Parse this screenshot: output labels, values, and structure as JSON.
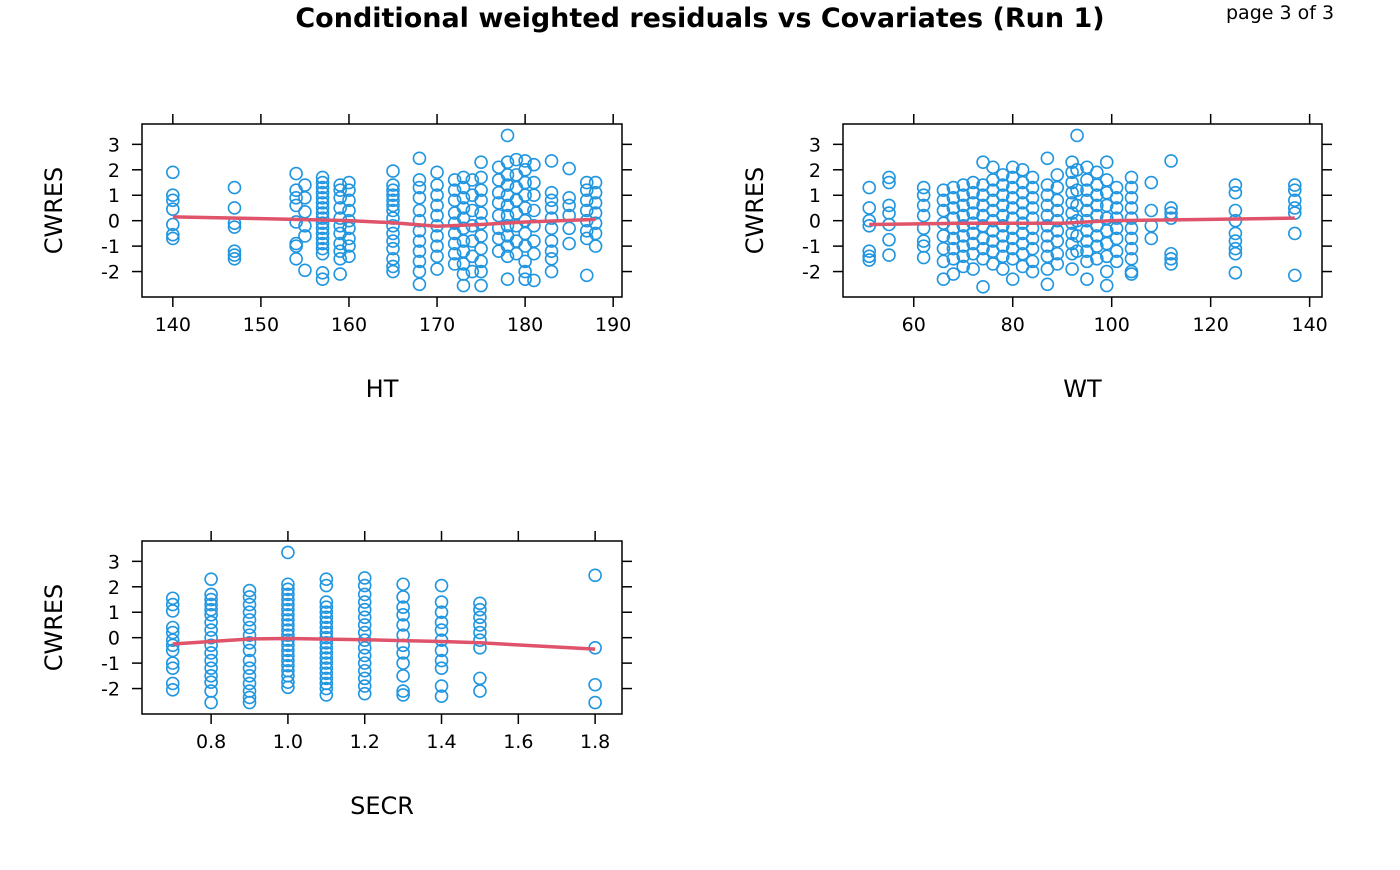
{
  "page_label": "page 3 of 3",
  "chart_data": [
    {
      "type": "scatter",
      "title": "Conditional weighted residuals vs Covariates (Run 1)",
      "xlabel": "HT",
      "ylabel": "CWRES",
      "xlim": [
        136.5,
        191
      ],
      "ylim": [
        -3,
        3.8
      ],
      "xticks": [
        140,
        150,
        160,
        170,
        180,
        190
      ],
      "xtick_labels": [
        "140",
        "150",
        "160",
        "170",
        "180",
        "190"
      ],
      "yticks": [
        -2,
        -1,
        0,
        1,
        2,
        3
      ],
      "ytick_labels": [
        "-2",
        "-1",
        "0",
        "1",
        "2",
        "3"
      ],
      "point_color": "#2196e0",
      "smooth_color": "#df536b",
      "groups": [
        {
          "x": 140,
          "y": [
            1.9,
            1.0,
            0.8,
            0.45,
            -0.15,
            -0.55,
            -0.7
          ]
        },
        {
          "x": 147,
          "y": [
            1.3,
            0.5,
            -0.1,
            -0.25,
            -1.2,
            -1.35,
            -1.5
          ]
        },
        {
          "x": 154,
          "y": [
            1.85,
            1.2,
            0.9,
            0.6,
            -0.05,
            -0.9,
            -1.0,
            -1.5
          ]
        },
        {
          "x": 155,
          "y": [
            1.4,
            0.35,
            -0.2,
            -1.95,
            -0.6,
            0.9
          ]
        },
        {
          "x": 157,
          "y": [
            1.7,
            1.5,
            1.3,
            1.1,
            0.9,
            0.7,
            0.5,
            0.3,
            0.1,
            -0.1,
            -0.3,
            -0.5,
            -0.7,
            -0.9,
            -1.1,
            -1.3,
            -2.05,
            -2.3
          ]
        },
        {
          "x": 159,
          "y": [
            1.4,
            1.2,
            0.9,
            0.5,
            0.1,
            -0.2,
            -0.5,
            -0.9,
            -1.2,
            -1.5,
            -2.1
          ]
        },
        {
          "x": 160,
          "y": [
            1.5,
            1.2,
            0.8,
            0.4,
            0.0,
            -0.3,
            -0.7,
            -1.0,
            -1.4
          ]
        },
        {
          "x": 165,
          "y": [
            1.95,
            1.4,
            1.2,
            1.0,
            0.8,
            0.6,
            0.4,
            0.1,
            -0.2,
            -0.5,
            -0.8,
            -1.1,
            -1.5,
            -1.8,
            -2.0
          ]
        },
        {
          "x": 168,
          "y": [
            2.45,
            1.6,
            1.3,
            0.9,
            0.4,
            0.0,
            -0.4,
            -0.8,
            -1.2,
            -1.6,
            -2.0,
            -2.5
          ]
        },
        {
          "x": 170,
          "y": [
            1.9,
            1.4,
            1.0,
            0.6,
            0.2,
            -0.2,
            -0.6,
            -1.0,
            -1.4,
            -1.9
          ]
        },
        {
          "x": 172,
          "y": [
            1.6,
            1.2,
            0.8,
            0.3,
            -0.1,
            -0.5,
            -0.9,
            -1.3,
            -1.7
          ]
        },
        {
          "x": 173,
          "y": [
            1.7,
            1.3,
            0.9,
            0.5,
            0.1,
            -0.3,
            -0.8,
            -1.2,
            -1.7,
            -2.1,
            -2.55
          ]
        },
        {
          "x": 174,
          "y": [
            1.6,
            1.0,
            0.4,
            -0.2,
            -0.8,
            -1.4,
            -2.0
          ]
        },
        {
          "x": 175,
          "y": [
            2.3,
            1.7,
            1.2,
            0.8,
            0.3,
            -0.1,
            -0.6,
            -1.1,
            -1.6,
            -2.0,
            -2.55
          ]
        },
        {
          "x": 177,
          "y": [
            2.1,
            1.6,
            1.1,
            0.7,
            0.2,
            -0.3,
            -0.7,
            -1.2
          ]
        },
        {
          "x": 178,
          "y": [
            3.35,
            2.3,
            1.8,
            1.4,
            1.0,
            0.6,
            0.2,
            -0.2,
            -0.6,
            -1.0,
            -1.4,
            -2.3
          ]
        },
        {
          "x": 179,
          "y": [
            2.4,
            1.8,
            1.3,
            0.8,
            0.3,
            -0.2,
            -0.8,
            -1.3
          ]
        },
        {
          "x": 180,
          "y": [
            2.35,
            2.0,
            1.5,
            1.0,
            0.5,
            0.0,
            -0.5,
            -1.0,
            -1.6,
            -2.0,
            -2.3
          ]
        },
        {
          "x": 181,
          "y": [
            2.2,
            1.5,
            1.0,
            0.4,
            -0.2,
            -0.8,
            -1.3,
            -2.35
          ]
        },
        {
          "x": 183,
          "y": [
            2.35,
            1.1,
            0.8,
            0.5,
            0.1,
            -0.3,
            -0.8,
            -1.2,
            -1.5,
            -2.0
          ]
        },
        {
          "x": 185,
          "y": [
            2.05,
            0.9,
            0.6,
            0.2,
            -0.3,
            -0.9
          ]
        },
        {
          "x": 187,
          "y": [
            1.5,
            1.2,
            0.8,
            0.4,
            0.0,
            -0.4,
            -0.7,
            -2.15
          ]
        },
        {
          "x": 188,
          "y": [
            1.5,
            1.1,
            0.7,
            0.3,
            -0.1,
            -0.5,
            -1.0
          ]
        }
      ],
      "smooth": [
        [
          140,
          0.15
        ],
        [
          150,
          0.08
        ],
        [
          160,
          0.0
        ],
        [
          165,
          -0.08
        ],
        [
          170,
          -0.22
        ],
        [
          175,
          -0.15
        ],
        [
          180,
          -0.05
        ],
        [
          188,
          0.05
        ]
      ]
    },
    {
      "type": "scatter",
      "xlabel": "WT",
      "ylabel": "CWRES",
      "xlim": [
        45.7,
        142.5
      ],
      "ylim": [
        -3,
        3.8
      ],
      "xticks": [
        60,
        80,
        100,
        120,
        140
      ],
      "xtick_labels": [
        "60",
        "80",
        "100",
        "120",
        "140"
      ],
      "yticks": [
        -2,
        -1,
        0,
        1,
        2,
        3
      ],
      "ytick_labels": [
        "-2",
        "-1",
        "0",
        "1",
        "2",
        "3"
      ],
      "point_color": "#2196e0",
      "smooth_color": "#df536b",
      "groups": [
        {
          "x": 51,
          "y": [
            1.3,
            0.5,
            0.0,
            -0.2,
            -1.2,
            -1.4,
            -1.55
          ]
        },
        {
          "x": 55,
          "y": [
            1.7,
            1.5,
            0.6,
            0.3,
            -0.15,
            -0.75,
            -1.35
          ]
        },
        {
          "x": 62,
          "y": [
            1.3,
            1.0,
            0.6,
            0.2,
            -0.3,
            -0.8,
            -1.0,
            -1.45
          ]
        },
        {
          "x": 66,
          "y": [
            1.2,
            0.8,
            0.4,
            -0.1,
            -0.6,
            -1.1,
            -1.6,
            -2.3
          ]
        },
        {
          "x": 68,
          "y": [
            1.3,
            0.9,
            0.5,
            0.1,
            -0.3,
            -0.7,
            -1.1,
            -1.5,
            -2.1
          ]
        },
        {
          "x": 70,
          "y": [
            1.4,
            1.0,
            0.6,
            0.2,
            -0.2,
            -0.6,
            -1.0,
            -1.4,
            -1.8
          ]
        },
        {
          "x": 72,
          "y": [
            1.5,
            1.1,
            0.7,
            0.3,
            -0.1,
            -0.5,
            -0.9,
            -1.3,
            -1.9
          ]
        },
        {
          "x": 74,
          "y": [
            2.3,
            1.4,
            1.0,
            0.6,
            0.2,
            -0.2,
            -0.7,
            -1.1,
            -1.5,
            -2.6
          ]
        },
        {
          "x": 76,
          "y": [
            2.1,
            1.6,
            1.2,
            0.8,
            0.4,
            0.0,
            -0.4,
            -0.8,
            -1.2,
            -1.7
          ]
        },
        {
          "x": 78,
          "y": [
            1.8,
            1.4,
            1.0,
            0.6,
            0.2,
            -0.2,
            -0.6,
            -1.0,
            -1.4,
            -1.9
          ]
        },
        {
          "x": 80,
          "y": [
            2.1,
            1.7,
            1.3,
            0.9,
            0.5,
            0.1,
            -0.3,
            -0.7,
            -1.1,
            -1.5,
            -2.3
          ]
        },
        {
          "x": 82,
          "y": [
            2.0,
            1.5,
            1.1,
            0.7,
            0.3,
            -0.1,
            -0.5,
            -0.9,
            -1.3,
            -1.8
          ]
        },
        {
          "x": 84,
          "y": [
            1.7,
            1.3,
            0.9,
            0.5,
            0.1,
            -0.3,
            -0.7,
            -1.1,
            -1.6,
            -2.0
          ]
        },
        {
          "x": 87,
          "y": [
            2.45,
            1.4,
            1.0,
            0.6,
            0.2,
            -0.2,
            -0.6,
            -1.0,
            -1.4,
            -1.9,
            -2.5
          ]
        },
        {
          "x": 89,
          "y": [
            1.8,
            1.3,
            0.8,
            0.4,
            0.0,
            -0.4,
            -0.8,
            -1.3,
            -1.7
          ]
        },
        {
          "x": 92,
          "y": [
            2.3,
            1.9,
            1.5,
            1.1,
            0.7,
            0.3,
            -0.1,
            -0.5,
            -0.9,
            -1.3,
            -1.9
          ]
        },
        {
          "x": 93,
          "y": [
            3.35,
            2.0,
            1.2,
            0.6,
            0.0,
            -0.6,
            -1.2
          ]
        },
        {
          "x": 95,
          "y": [
            2.1,
            1.6,
            1.2,
            0.8,
            0.4,
            0.0,
            -0.4,
            -0.8,
            -1.2,
            -1.6,
            -2.3
          ]
        },
        {
          "x": 97,
          "y": [
            1.9,
            1.4,
            1.0,
            0.6,
            0.2,
            -0.2,
            -0.6,
            -1.0,
            -1.5
          ]
        },
        {
          "x": 99,
          "y": [
            2.3,
            1.6,
            1.1,
            0.6,
            0.1,
            -0.4,
            -0.9,
            -1.4,
            -2.0,
            -2.55
          ]
        },
        {
          "x": 101,
          "y": [
            1.3,
            0.9,
            0.5,
            0.1,
            -0.3,
            -0.7,
            -1.2,
            -1.6
          ]
        },
        {
          "x": 104,
          "y": [
            1.7,
            1.3,
            0.9,
            0.5,
            0.1,
            -0.3,
            -0.7,
            -1.1,
            -1.5,
            -2.0,
            -2.1
          ]
        },
        {
          "x": 108,
          "y": [
            1.5,
            0.4,
            -0.2,
            -0.7
          ]
        },
        {
          "x": 112,
          "y": [
            2.35,
            0.5,
            0.3,
            0.1,
            -1.3,
            -1.5,
            -1.7
          ]
        },
        {
          "x": 125,
          "y": [
            1.4,
            1.1,
            0.4,
            0.0,
            -0.5,
            -0.8,
            -1.1,
            -1.3,
            -2.05
          ]
        },
        {
          "x": 137,
          "y": [
            1.4,
            1.2,
            0.8,
            0.5,
            0.3,
            -0.5,
            -2.15
          ]
        }
      ],
      "smooth": [
        [
          51,
          -0.15
        ],
        [
          70,
          -0.1
        ],
        [
          90,
          -0.1
        ],
        [
          100,
          0.0
        ],
        [
          120,
          0.05
        ],
        [
          137,
          0.1
        ]
      ]
    },
    {
      "type": "scatter",
      "xlabel": "SECR",
      "ylabel": "CWRES",
      "xlim": [
        0.62,
        1.87
      ],
      "ylim": [
        -3,
        3.8
      ],
      "xticks": [
        0.8,
        1.0,
        1.2,
        1.4,
        1.6,
        1.8
      ],
      "xtick_labels": [
        "0.8",
        "1.0",
        "1.2",
        "1.4",
        "1.6",
        "1.8"
      ],
      "yticks": [
        -2,
        -1,
        0,
        1,
        2,
        3
      ],
      "ytick_labels": [
        "-2",
        "-1",
        "0",
        "1",
        "2",
        "3"
      ],
      "point_color": "#2196e0",
      "smooth_color": "#df536b",
      "groups": [
        {
          "x": 0.7,
          "y": [
            1.55,
            1.3,
            1.05,
            0.4,
            0.2,
            -0.1,
            -0.3,
            -0.5,
            -1.0,
            -1.2,
            -1.8,
            -2.05
          ]
        },
        {
          "x": 0.8,
          "y": [
            2.3,
            1.7,
            1.5,
            1.3,
            1.1,
            0.9,
            0.6,
            0.3,
            0.0,
            -0.3,
            -0.6,
            -0.9,
            -1.2,
            -1.5,
            -1.75,
            -2.1,
            -2.55
          ]
        },
        {
          "x": 0.9,
          "y": [
            1.85,
            1.6,
            1.3,
            1.0,
            0.7,
            0.4,
            0.1,
            -0.2,
            -0.5,
            -0.9,
            -1.2,
            -1.5,
            -1.8,
            -2.1,
            -2.35,
            -2.55
          ]
        },
        {
          "x": 1.0,
          "y": [
            3.35,
            2.1,
            1.9,
            1.7,
            1.5,
            1.3,
            1.1,
            0.9,
            0.7,
            0.5,
            0.3,
            0.1,
            -0.1,
            -0.3,
            -0.5,
            -0.7,
            -0.9,
            -1.1,
            -1.3,
            -1.5,
            -1.75,
            -1.95
          ]
        },
        {
          "x": 1.1,
          "y": [
            2.3,
            2.05,
            1.4,
            1.2,
            1.0,
            0.8,
            0.6,
            0.4,
            0.2,
            0.0,
            -0.2,
            -0.4,
            -0.6,
            -0.8,
            -1.0,
            -1.2,
            -1.4,
            -1.6,
            -1.8,
            -2.0,
            -2.25
          ]
        },
        {
          "x": 1.2,
          "y": [
            2.35,
            2.05,
            1.7,
            1.4,
            1.1,
            0.8,
            0.5,
            0.2,
            -0.1,
            -0.4,
            -0.7,
            -1.0,
            -1.3,
            -1.6,
            -1.9,
            -2.2
          ]
        },
        {
          "x": 1.3,
          "y": [
            2.1,
            1.6,
            1.2,
            0.9,
            0.5,
            0.1,
            -0.3,
            -0.6,
            -1.0,
            -1.5,
            -2.1,
            -2.25
          ]
        },
        {
          "x": 1.4,
          "y": [
            2.05,
            1.4,
            1.0,
            0.6,
            0.3,
            -0.1,
            -0.5,
            -0.9,
            -1.2,
            -1.9,
            -2.3
          ]
        },
        {
          "x": 1.5,
          "y": [
            1.35,
            1.1,
            0.8,
            0.5,
            0.2,
            -0.1,
            -0.4,
            -1.6,
            -2.1
          ]
        },
        {
          "x": 1.8,
          "y": [
            2.45,
            -0.4,
            -1.85,
            -2.55
          ]
        }
      ],
      "smooth": [
        [
          0.7,
          -0.25
        ],
        [
          0.8,
          -0.15
        ],
        [
          0.9,
          -0.05
        ],
        [
          1.0,
          -0.03
        ],
        [
          1.2,
          -0.08
        ],
        [
          1.4,
          -0.15
        ],
        [
          1.5,
          -0.2
        ],
        [
          1.8,
          -0.45
        ]
      ]
    }
  ]
}
